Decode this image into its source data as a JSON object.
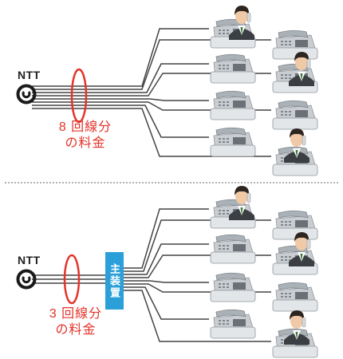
{
  "top": {
    "ntt_label": "NTT",
    "cost_line1": "8 回線分",
    "cost_line2": "の料金"
  },
  "bottom": {
    "ntt_label": "NTT",
    "pbx_label": "主装置",
    "cost_line1": "3 回線分",
    "cost_line2": "の料金"
  },
  "colors": {
    "cost_red": "#e3342a",
    "pbx_blue": "#2a9fd8",
    "line": "#444444"
  },
  "icons": [
    "phone-icon",
    "person-on-phone-icon",
    "ntt-terminal-icon"
  ]
}
